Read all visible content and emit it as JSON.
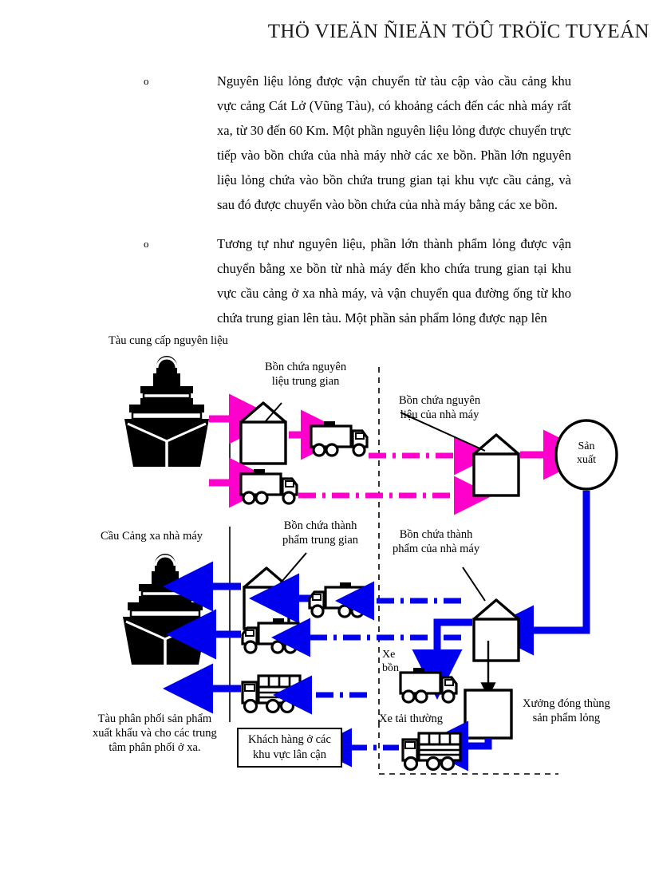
{
  "header": {
    "watermark": "THÖ VIEÄN ÑIEÄN TÖÛ TRÖÏC TUYEÁN"
  },
  "body": {
    "paragraphs": [
      {
        "bullet": "o",
        "text": "Nguyên liệu lỏng được vận chuyển từ tàu cập vào cầu cảng khu vực cảng Cát Lở (Vũng Tàu), có khoảng cách đến các nhà  máy rất xa, từ 30 đến 60 Km. Một phần nguyên liệu lỏng được chuyển trực tiếp vào bồn chứa của nhà máy nhờ các xe bồn. Phần lớn nguyên liệu lỏng chứa vào bồn chứa trung gian tại khu vực cầu cảng, và sau đó được chuyển vào bồn chứa của nhà máy bằng các xe bồn."
      },
      {
        "bullet": "o",
        "text": "Tương tự như nguyên liệu, phần lớn thành phẩm lỏng được vận chuyển bằng xe bồn từ nhà máy đến kho chứa trung gian tại khu vực cầu cảng ở xa nhà máy, và vận chuyển qua đường ống từ kho chứa trung gian lên tàu. Một phần sản phẩm lỏng được nạp lên"
      }
    ]
  },
  "diagram": {
    "labels": {
      "supply_ship": "Tàu cung cấp nguyên liệu",
      "intermediate_raw_tank": "Bồn chứa nguyên\nliệu trung gian",
      "factory_raw_tank": "Bồn chứa nguyên\nliệu của nhà máy",
      "production": "Sản\nxuất",
      "wharf_far": "Cầu Cảng xa nhà máy",
      "intermediate_product_tank": "Bồn chứa thành\nphẩm trung gian",
      "factory_product_tank": "Bồn chứa thành\nphẩm của nhà máy",
      "tank_truck": "Xe\nbồn",
      "normal_truck": "Xe tải thường",
      "packing_workshop": "Xưởng đóng thùng\nsản phẩm lỏng",
      "export_ship": "Tàu phân phối sản phẩm\nxuất khẩu và cho các trung\ntâm phân phối ở xa.",
      "nearby_customers": "Khách hàng ở các\nkhu vực lân cận"
    },
    "label_lines": {
      "intermediate_raw_tank": [
        "Bồn chứa nguyên",
        "liệu trung gian"
      ],
      "factory_raw_tank": [
        "Bồn chứa nguyên",
        "liệu của nhà máy"
      ],
      "production": [
        "Sản",
        "xuất"
      ],
      "intermediate_product_tank": [
        "Bồn chứa thành",
        "phẩm trung gian"
      ],
      "factory_product_tank": [
        "Bồn chứa thành",
        "phẩm của nhà máy"
      ],
      "tank_truck": [
        "Xe",
        "bồn"
      ],
      "packing_workshop": [
        "Xưởng đóng thùng",
        "sản phẩm lỏng"
      ],
      "export_ship": [
        "Tàu phân phối sản phẩm",
        "xuất khẩu và cho các trung",
        "tâm phân phối ở xa."
      ],
      "nearby_customers": [
        "Khách hàng ở các",
        "khu vực lân cận"
      ]
    },
    "colors": {
      "raw_material_flow": "#FF00CC",
      "product_flow": "#0000EE",
      "outline": "#000000",
      "boundary": "#000000",
      "page_background": "#FFFFFF"
    },
    "flow_legend": {
      "magenta": "raw material (nguyên liệu lỏng) flow",
      "blue": "finished product (thành phẩm lỏng) flow",
      "dashed_vertical_left": "port boundary line",
      "dashed_boundary_right": "factory boundary"
    }
  }
}
